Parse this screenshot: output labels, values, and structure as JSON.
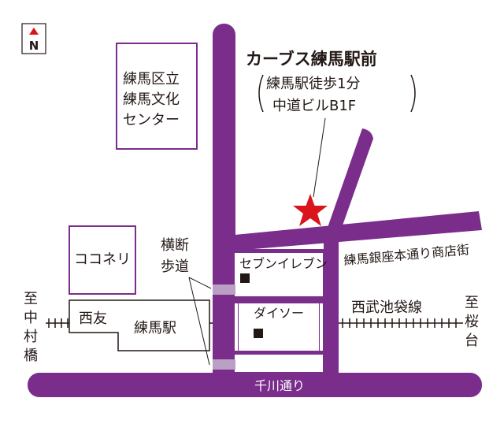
{
  "colors": {
    "road": "#7b2d8b",
    "crosswalk": "#b9a0c4",
    "star": "#d9141b",
    "text": "#231815"
  },
  "compass": {
    "label": "N"
  },
  "destination": {
    "name": "カーブス練馬駅前",
    "line1": "練馬駅徒歩1分",
    "line2": "中道ビルB1F"
  },
  "landmarks": {
    "culture_center": [
      "練馬区立",
      "練馬文化",
      "センター"
    ],
    "coconeri": "ココネリ",
    "seiyu": "西友",
    "station": "練馬駅",
    "seven_eleven": "セブンイレブン",
    "daiso": "ダイソー",
    "crosswalk": [
      "横断",
      "歩道"
    ]
  },
  "streets": {
    "shopping_street": "練馬銀座本通り商店街",
    "railway": "西武池袋線",
    "senkawa": "千川通り"
  },
  "directions": {
    "west": [
      "至",
      "中",
      "村",
      "橋"
    ],
    "east": [
      "至",
      "桜",
      "台"
    ]
  }
}
